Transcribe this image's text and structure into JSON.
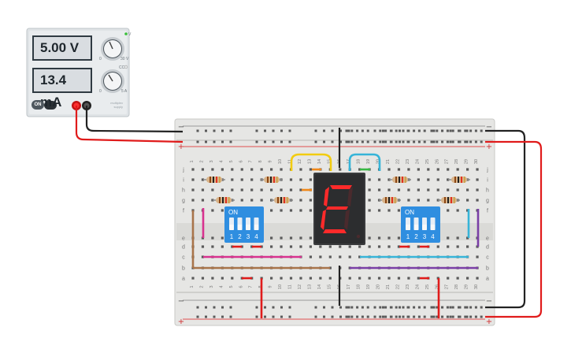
{
  "power_supply": {
    "voltage_display": "5.00 V",
    "current_display": "13.4 mA",
    "switch_label": "ON",
    "brand_text": "multiplex supply",
    "voltage_knob": {
      "min_label": "0",
      "max_label": "30 V",
      "indicator": "V"
    },
    "current_knob": {
      "min_label": "0",
      "max_label": "5 A",
      "indicator": "CC"
    },
    "terminals": [
      {
        "name": "positive",
        "color": "#e02020"
      },
      {
        "name": "negative",
        "color": "#2a2a2a"
      }
    ]
  },
  "breadboard": {
    "column_numbers": [
      "1",
      "2",
      "3",
      "4",
      "5",
      "6",
      "7",
      "8",
      "9",
      "10",
      "11",
      "12",
      "13",
      "14",
      "15",
      "16",
      "17",
      "18",
      "19",
      "20",
      "21",
      "22",
      "23",
      "24",
      "25",
      "26",
      "27",
      "28",
      "29",
      "30"
    ],
    "row_letters_top": [
      "j",
      "i",
      "h",
      "g",
      "f"
    ],
    "row_letters_bottom": [
      "e",
      "d",
      "c",
      "b",
      "a"
    ],
    "rail_signs": {
      "minus": "−",
      "plus": "+"
    }
  },
  "dip_switches": [
    {
      "on_label": "ON",
      "positions": [
        "1",
        "2",
        "3",
        "4"
      ]
    },
    {
      "on_label": "ON",
      "positions": [
        "1",
        "2",
        "3",
        "4"
      ]
    }
  ],
  "seven_segment": {
    "active_segments": [
      "a",
      "e",
      "f",
      "g",
      "d"
    ],
    "lit_color": "#ff2a2a",
    "unlit_color": "#4a2a2d"
  },
  "colors": {
    "wire_red": "#e01b1b",
    "wire_black": "#222222",
    "wire_yellow": "#f2cc10",
    "wire_cyan": "#36b4d8",
    "wire_magenta": "#d8328f",
    "wire_brown": "#a8744a",
    "wire_purple": "#7a3fa6",
    "wire_green": "#38b845",
    "wire_orange": "#f0881a",
    "dip_blue": "#2f8ee0"
  }
}
